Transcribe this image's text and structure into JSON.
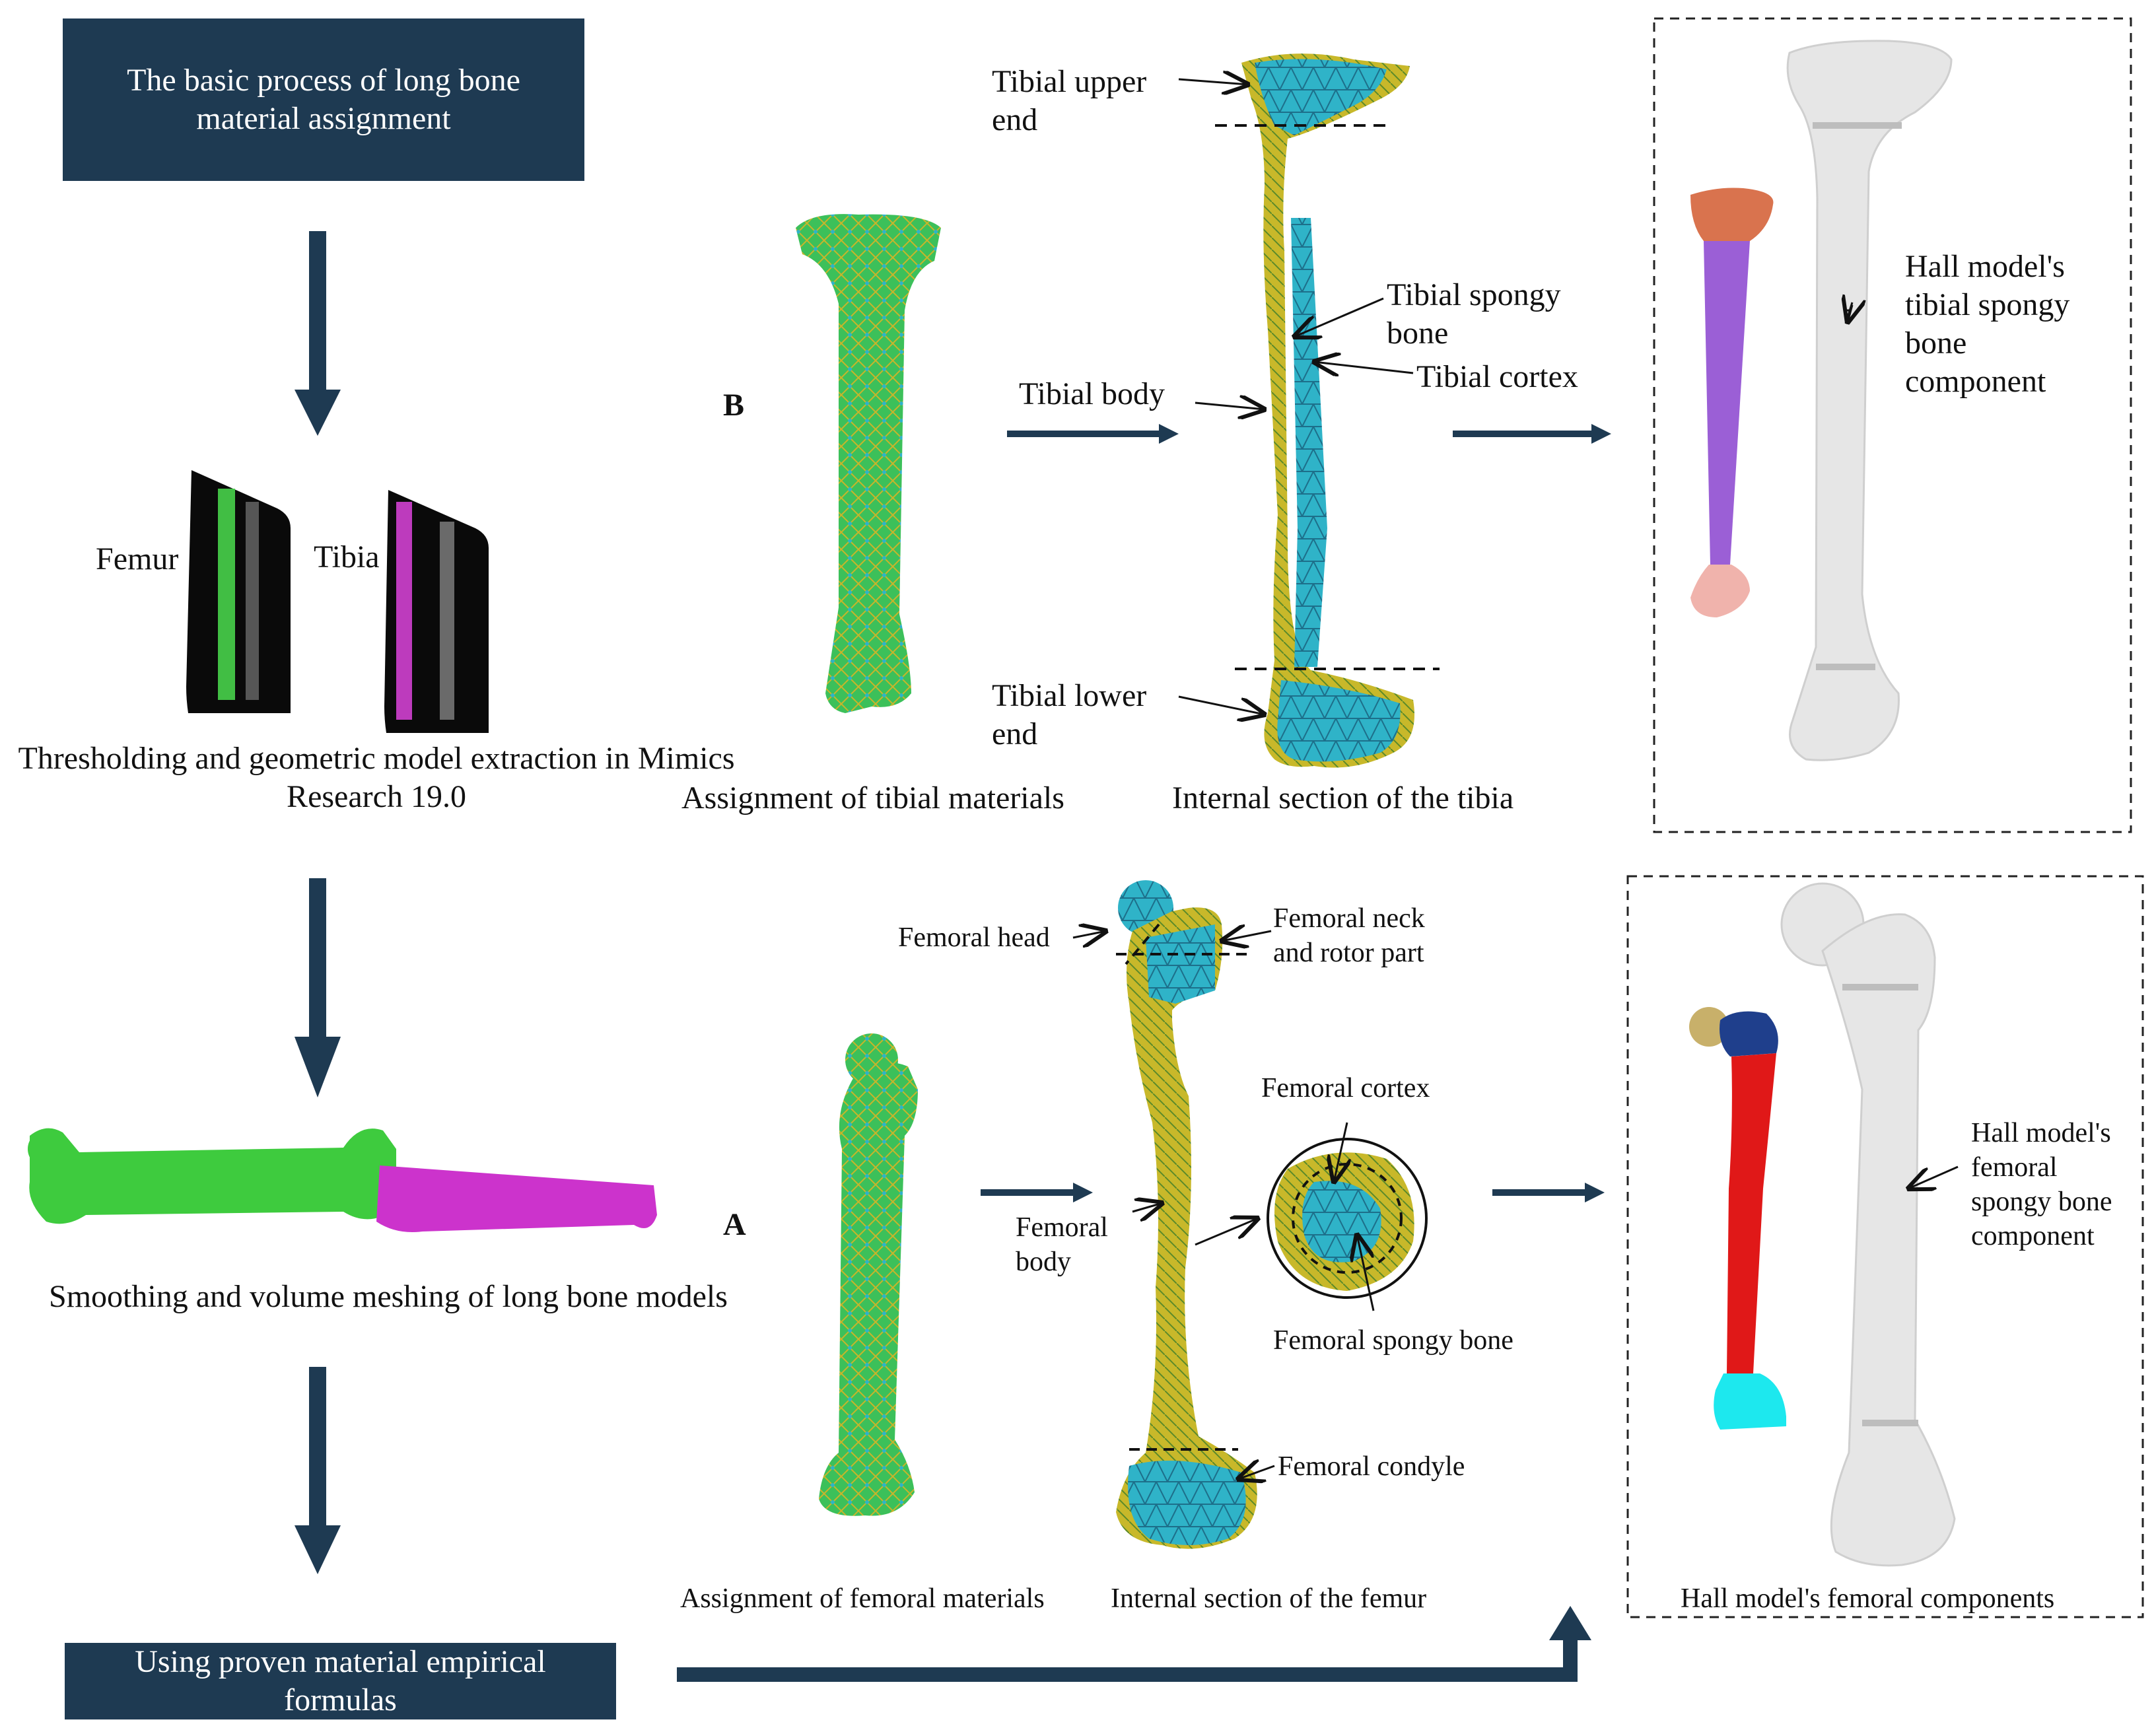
{
  "colors": {
    "box_fill": "#1e3a52",
    "flow_arrow": "#1e3a52",
    "mesh_green": "#3cc05a",
    "mesh_cyan": "#2fb3c8",
    "femur_green": "#35c93a",
    "tibia_magenta": "#cc33cc",
    "hall_orange": "#d9734e",
    "hall_purple": "#9b5fd6",
    "hall_pink": "#f0b3ac",
    "hall_gold": "#c8b06a",
    "hall_navy": "#1f3f8c",
    "hall_red": "#e01818",
    "hall_cyan": "#1de8ee",
    "ghost_bone": "#e6e6e6"
  },
  "process": {
    "title": "The basic process of long bone\nmaterial assignment",
    "step1_caption": "Thresholding and geometric model extraction in Mimics\nResearch 19.0",
    "femur_label": "Femur",
    "tibia_label": "Tibia",
    "step2_caption": "Smoothing and volume meshing of long bone models",
    "final_box": "Using proven material empirical\nformulas"
  },
  "panel_b": {
    "letter": "B",
    "assign_caption": "Assignment of tibial materials",
    "section_caption": "Internal section of the tibia",
    "labels": {
      "upper_end": "Tibial upper\nend",
      "spongy": "Tibial spongy\nbone",
      "cortex": "Tibial cortex",
      "body": "Tibial body",
      "lower_end": "Tibial lower\nend"
    },
    "hall_label": "Hall model's\ntibial spongy\nbone\ncomponent"
  },
  "panel_a": {
    "letter": "A",
    "assign_caption": "Assignment of femoral materials",
    "section_caption": "Internal section of the femur",
    "labels": {
      "head": "Femoral head",
      "neck": "Femoral neck\nand rotor part",
      "cortex": "Femoral cortex",
      "body": "Femoral\nbody",
      "spongy": "Femoral spongy bone",
      "condyle": "Femoral condyle"
    },
    "hall_label": "Hall model's\nfemoral\nspongy bone\ncomponent",
    "hall_caption": "Hall model's femoral components"
  }
}
